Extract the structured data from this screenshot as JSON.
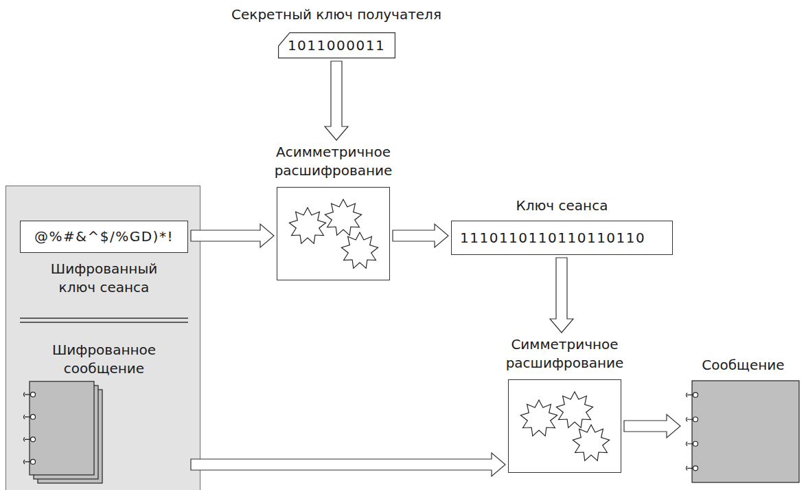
{
  "diagram": {
    "nodes": [
      {
        "text": [
          "Секретный ключ получателя",
          "1011000011"
        ]
      },
      {
        "text": []
      },
      {
        "text": [
          "@%#&^$/%GD)*!",
          "Шифрованный ключ сеанса"
        ],
        "in": 1
      },
      {
        "text": [
          "Шифрованное сообщение"
        ],
        "in": 1
      },
      {
        "text": [
          "Асимметричное расшифрование"
        ]
      },
      {
        "text": [
          "Ключ сеанса",
          "1110110110110110110"
        ]
      },
      {
        "text": [
          "Симметричное расшифрование"
        ]
      },
      {
        "text": [
          "Сообщение"
        ]
      }
    ],
    "edges": [
      {
        "from": 0,
        "to": 4,
        "arrow": "to"
      },
      {
        "from": 2,
        "to": 4,
        "arrow": "to"
      },
      {
        "from": 4,
        "to": 5,
        "arrow": "to"
      },
      {
        "from": 5,
        "to": 6,
        "arrow": "to"
      },
      {
        "from": 3,
        "to": 6,
        "arrow": "to"
      },
      {
        "from": 6,
        "to": 7,
        "arrow": "to"
      }
    ]
  }
}
